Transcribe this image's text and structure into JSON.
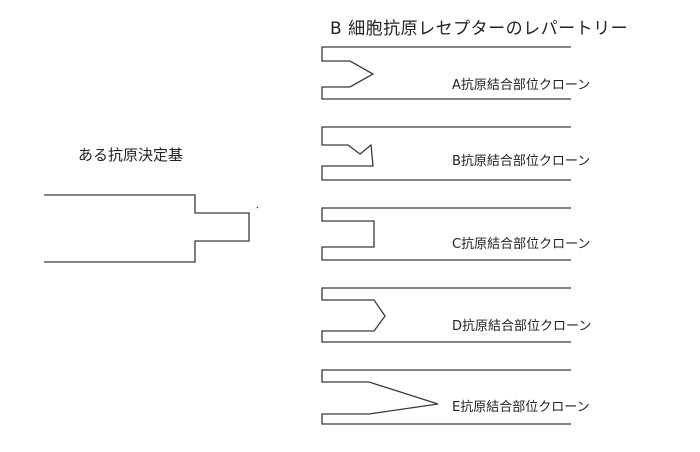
{
  "title": "B 細胞抗原レセプターのレパートリー",
  "epitope": {
    "label": "ある抗原決定基"
  },
  "clones": [
    {
      "label": "A抗原結合部位クローン",
      "shape": "zigzag"
    },
    {
      "label": "B抗原結合部位クローン",
      "shape": "notched"
    },
    {
      "label": "C抗原結合部位クローン",
      "shape": "square"
    },
    {
      "label": "D抗原結合部位クローン",
      "shape": "pointed"
    },
    {
      "label": "E抗原結合部位クローン",
      "shape": "wedge"
    }
  ],
  "colors": {
    "line": "#3a3a3a",
    "text": "#222222",
    "background": "#ffffff"
  }
}
